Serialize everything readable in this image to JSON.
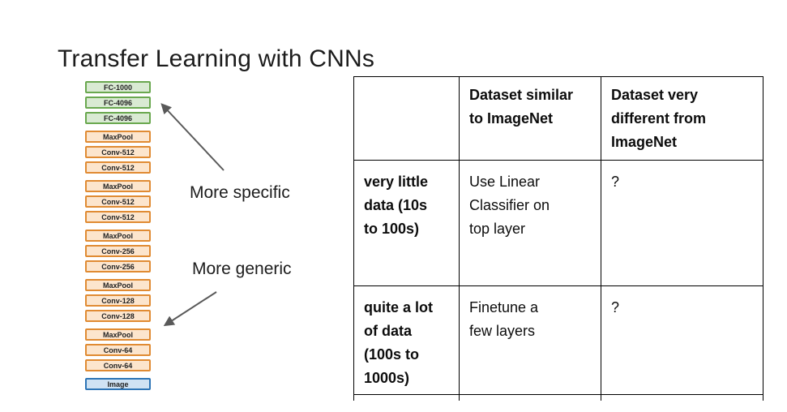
{
  "slide": {
    "title": "Transfer Learning with CNNs"
  },
  "network": {
    "groups": [
      {
        "kind": "fc",
        "layers": [
          "FC-1000",
          "FC-4096",
          "FC-4096"
        ]
      },
      {
        "kind": "conv",
        "layers": [
          "MaxPool",
          "Conv-512",
          "Conv-512"
        ]
      },
      {
        "kind": "conv",
        "layers": [
          "MaxPool",
          "Conv-512",
          "Conv-512"
        ]
      },
      {
        "kind": "conv",
        "layers": [
          "MaxPool",
          "Conv-256",
          "Conv-256"
        ]
      },
      {
        "kind": "conv",
        "layers": [
          "MaxPool",
          "Conv-128",
          "Conv-128"
        ]
      },
      {
        "kind": "conv",
        "layers": [
          "MaxPool",
          "Conv-64",
          "Conv-64"
        ]
      },
      {
        "kind": "input",
        "layers": [
          "Image"
        ]
      }
    ],
    "colors": {
      "fc_fill": "#d9ead3",
      "fc_border": "#6aa84f",
      "conv_fill": "#fce5cd",
      "conv_border": "#e08b33",
      "input_fill": "#cfe2f3",
      "input_border": "#2e75b6"
    }
  },
  "annotations": {
    "more_specific": "More specific",
    "more_generic": "More generic",
    "arrow_color": "#595959"
  },
  "table": {
    "headers": {
      "similar": "Dataset similar\nto ImageNet",
      "different": "Dataset very\ndifferent from\nImageNet"
    },
    "rows": [
      {
        "label": "very little\ndata (10s\nto 100s)",
        "similar": "Use Linear\nClassifier on\ntop layer",
        "different": "?"
      },
      {
        "label": "quite a lot\nof data\n(100s to\n1000s)",
        "similar": "Finetune a\nfew layers",
        "different": "?"
      }
    ]
  }
}
